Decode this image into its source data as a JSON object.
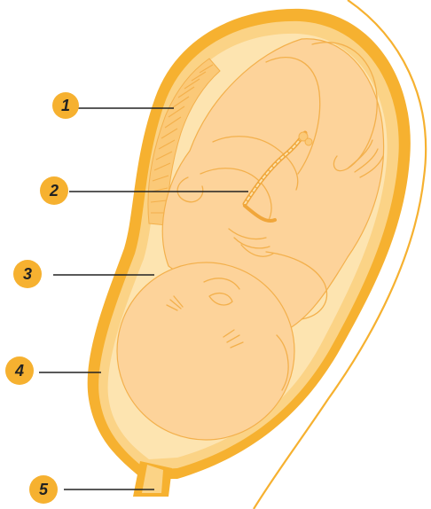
{
  "diagram": {
    "callouts": [
      {
        "id": 1,
        "label": "1"
      },
      {
        "id": 2,
        "label": "2"
      },
      {
        "id": 3,
        "label": "3"
      },
      {
        "id": 4,
        "label": "4"
      },
      {
        "id": 5,
        "label": "5"
      }
    ]
  },
  "colors": {
    "wall": "#f6b130",
    "wall_inner": "#fbd386",
    "fluid": "#fde4b0",
    "fetus": "#fdd39a",
    "line": "#f3b04c",
    "badge": "#f6b130",
    "leader": "#222222"
  }
}
